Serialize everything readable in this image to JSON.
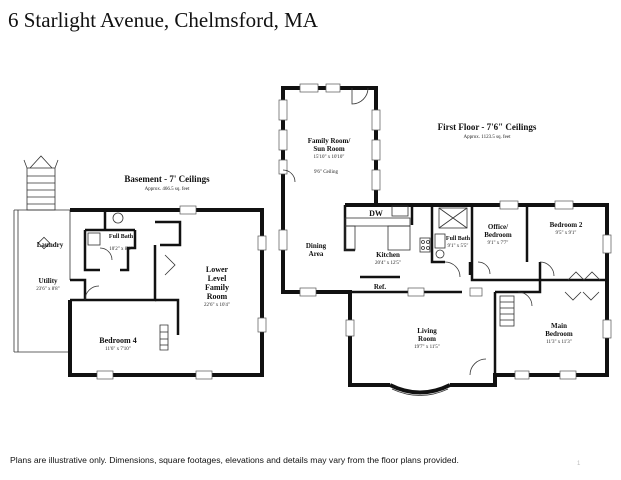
{
  "title": "6 Starlight Avenue, Chelmsford, MA",
  "disclaimer": "Plans are illustrative only. Dimensions, square footages, elevations and details may vary from the floor plans provided.",
  "footer_mark": "1",
  "basement": {
    "header": "Basement - 7' Ceilings",
    "area": "Approx. 466.5 sq. feet",
    "rooms": {
      "laundry": "Laundry",
      "utility": "Utility",
      "utility_dim": "23'6\" x 8'8\"",
      "full_bath": "Full Bath",
      "full_bath_dim": "10'2\" x 8'4\"",
      "lower_family_line1": "Lower",
      "lower_family_line2": "Level",
      "lower_family_line3": "Family",
      "lower_family_line4": "Room",
      "lower_family_dim": "22'6\" x 10'4\"",
      "bedroom4": "Bedroom 4",
      "bedroom4_dim": "11'6\" x 7'10\""
    }
  },
  "first_floor": {
    "header": "First Floor - 7'6\" Ceilings",
    "area": "Approx. 1123.5 sq. feet",
    "rooms": {
      "family_line1": "Family Room/",
      "family_line2": "Sun Room",
      "family_dim": "15'10\" x 10'10\"",
      "family_ceiling": "9'6\" Ceiling",
      "dining_line1": "Dining",
      "dining_line2": "Area",
      "dw": "DW",
      "kitchen": "Kitchen",
      "kitchen_dim": "20'4\" x 12'5\"",
      "ref": "Ref.",
      "full_bath": "Full Bath",
      "full_bath_dim": "9'1\" x 5'5\"",
      "office_line1": "Office/",
      "office_line2": "Bedroom",
      "office_dim": "9'1\" x 7'7\"",
      "bedroom2": "Bedroom 2",
      "bedroom2_dim": "9'5\" x 9'1\"",
      "living_line1": "Living",
      "living_line2": "Room",
      "living_dim": "19'7\" x 11'5\"",
      "main_line1": "Main",
      "main_line2": "Bedroom",
      "main_dim": "11'3\" x 11'3\""
    }
  }
}
